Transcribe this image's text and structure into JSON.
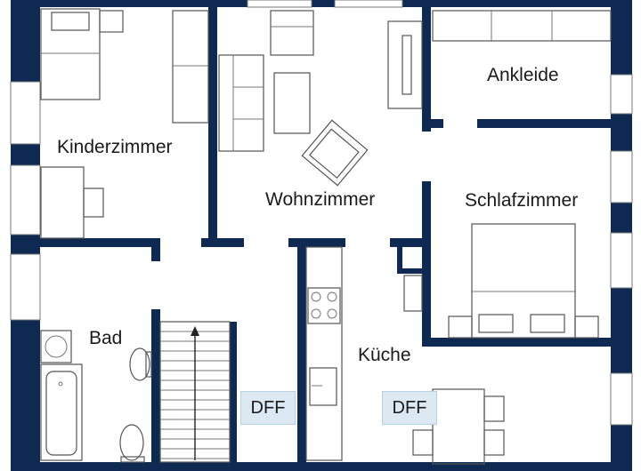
{
  "rooms": {
    "kinderzimmer": "Kinderzimmer",
    "wohnzimmer": "Wohnzimmer",
    "ankleide": "Ankleide",
    "schlafzimmer": "Schlafzimmer",
    "bad": "Bad",
    "kueche": "Küche"
  },
  "windows": {
    "left": "DFF",
    "right": "DFF"
  },
  "colors": {
    "wall": "#0e2a52",
    "window_fill": "#dce9f3"
  }
}
